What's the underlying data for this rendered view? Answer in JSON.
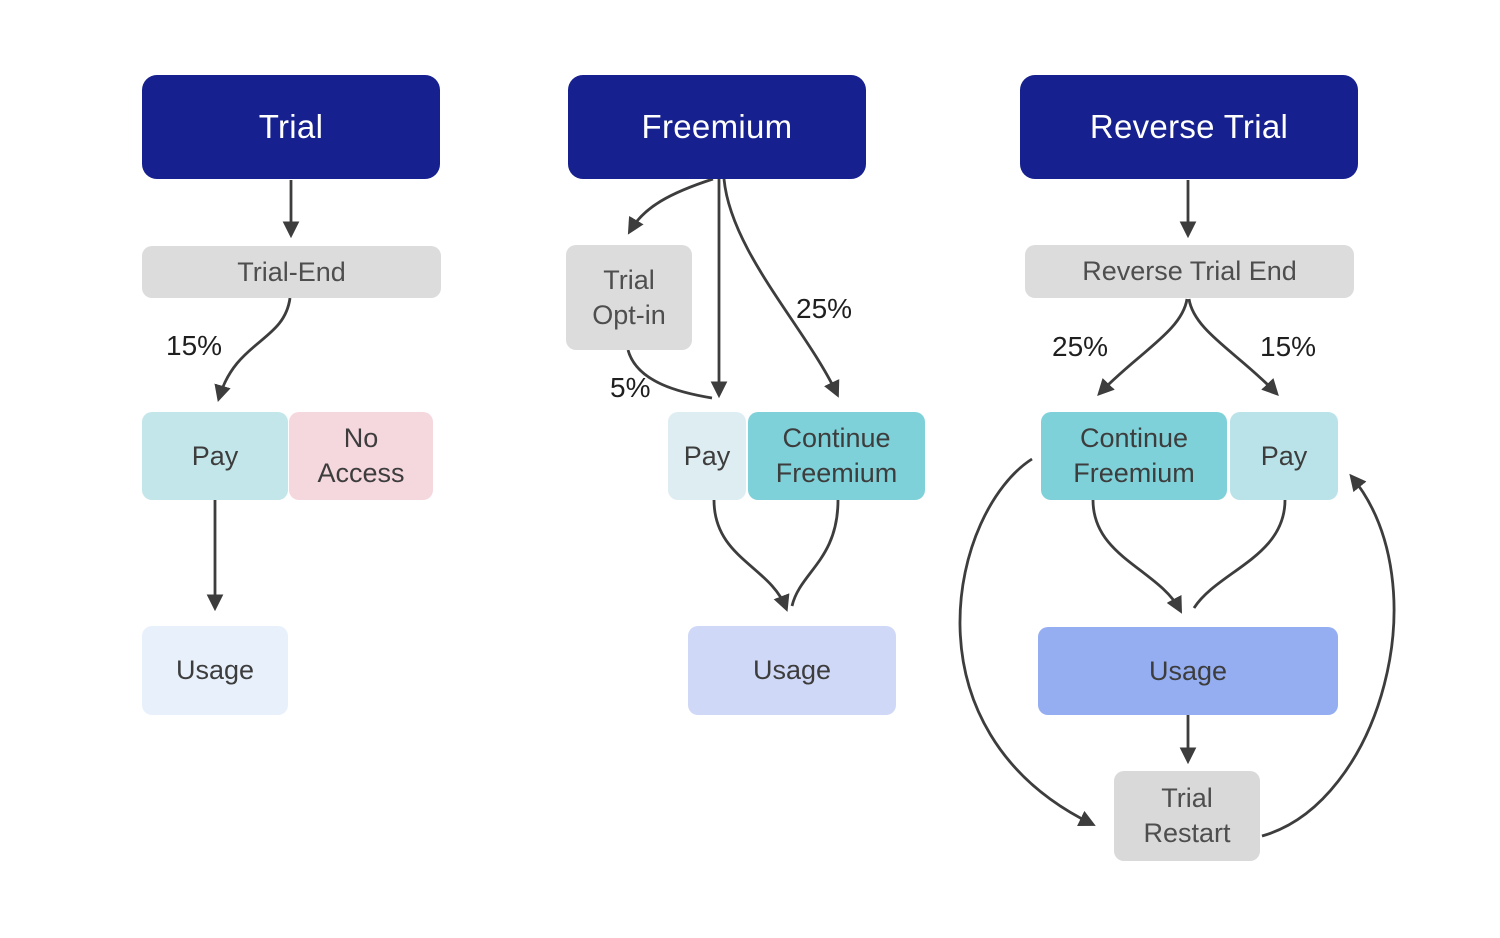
{
  "colors": {
    "background": "#ffffff",
    "header_bg": "#16208e",
    "header_text": "#ffffff",
    "gray_box_bg": "#dcdcdc",
    "gray_box_text": "#4e4e4e",
    "node_text": "#3d3d3d",
    "arrow": "#3d3d3d",
    "percent_text": "#1f1f1f",
    "trial_pay_bg": "#c2e6ea",
    "trial_no_access_bg": "#f5d7de",
    "trial_usage_bg": "#e8f1fb",
    "freemium_pay_bg": "#ddedf2",
    "freemium_continue_bg": "#7fd1d9",
    "freemium_usage_bg": "#cfd8f6",
    "reverse_continue_bg": "#7fd1d9",
    "reverse_pay_bg": "#b9e3e9",
    "reverse_usage_bg": "#94aef1",
    "trial_restart_bg": "#d9d9d9"
  },
  "trial": {
    "title": "Trial",
    "trial_end": "Trial-End",
    "pay_rate": "15%",
    "pay": "Pay",
    "no_access": "No Access",
    "usage": "Usage"
  },
  "freemium": {
    "title": "Freemium",
    "trial_opt_in": "Trial Opt-in",
    "opt_in_pay_rate": "5%",
    "continue_rate": "25%",
    "pay": "Pay",
    "continue_freemium": "Continue Freemium",
    "usage": "Usage"
  },
  "reverse_trial": {
    "title": "Reverse Trial",
    "end": "Reverse Trial End",
    "continue_rate": "25%",
    "pay_rate": "15%",
    "continue_freemium": "Continue Freemium",
    "pay": "Pay",
    "usage": "Usage",
    "trial_restart": "Trial Restart"
  }
}
